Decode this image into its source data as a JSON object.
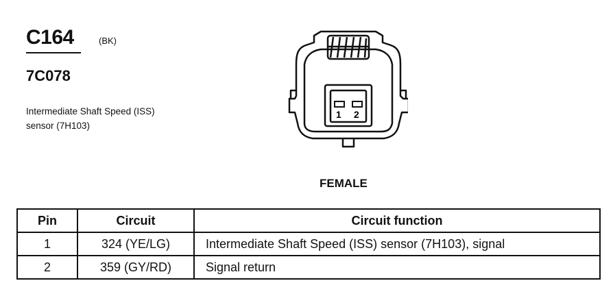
{
  "connector": {
    "id": "C164",
    "color_code": "(BK)",
    "part_number": "7C078",
    "description_line1": "Intermediate Shaft Speed (ISS)",
    "description_line2": "sensor (7H103)"
  },
  "drawing": {
    "gender_label": "FEMALE",
    "pin_labels": [
      "1",
      "2"
    ]
  },
  "table": {
    "headers": [
      "Pin",
      "Circuit",
      "Circuit function"
    ],
    "rows": [
      {
        "pin": "1",
        "circuit": "324 (YE/LG)",
        "function": "Intermediate Shaft Speed (ISS) sensor (7H103), signal"
      },
      {
        "pin": "2",
        "circuit": "359 (GY/RD)",
        "function": "Signal return"
      }
    ]
  }
}
